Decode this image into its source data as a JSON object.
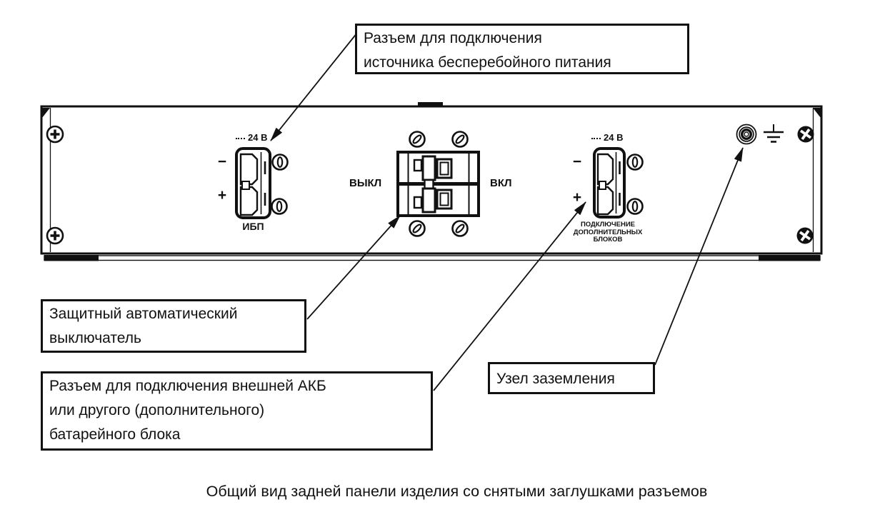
{
  "caption": "Общий вид задней панели изделия со снятыми заглушками разъемов",
  "callouts": {
    "ups": "Разъем для подключения\nисточника бесперебойного питания",
    "breaker": "Защитный автоматический\nвыключатель",
    "battery": "Разъем для подключения внешней АКБ\nили другого (дополнительного)\nбатарейного блока",
    "ground": "Узел заземления"
  },
  "panel": {
    "ups_port": {
      "voltage": "24 В",
      "minus": "−",
      "plus": "+",
      "name": "ИБП"
    },
    "breaker": {
      "off_label": "ВЫКЛ",
      "on_label": "ВКЛ"
    },
    "aux_port": {
      "voltage": "24 В",
      "minus": "−",
      "plus": "+",
      "name": "ПОДКЛЮЧЕНИЕ\nДОПОЛНИТЕЛЬНЫХ\nБЛОКОВ"
    }
  },
  "colors": {
    "line": "#111111",
    "background": "#ffffff"
  }
}
